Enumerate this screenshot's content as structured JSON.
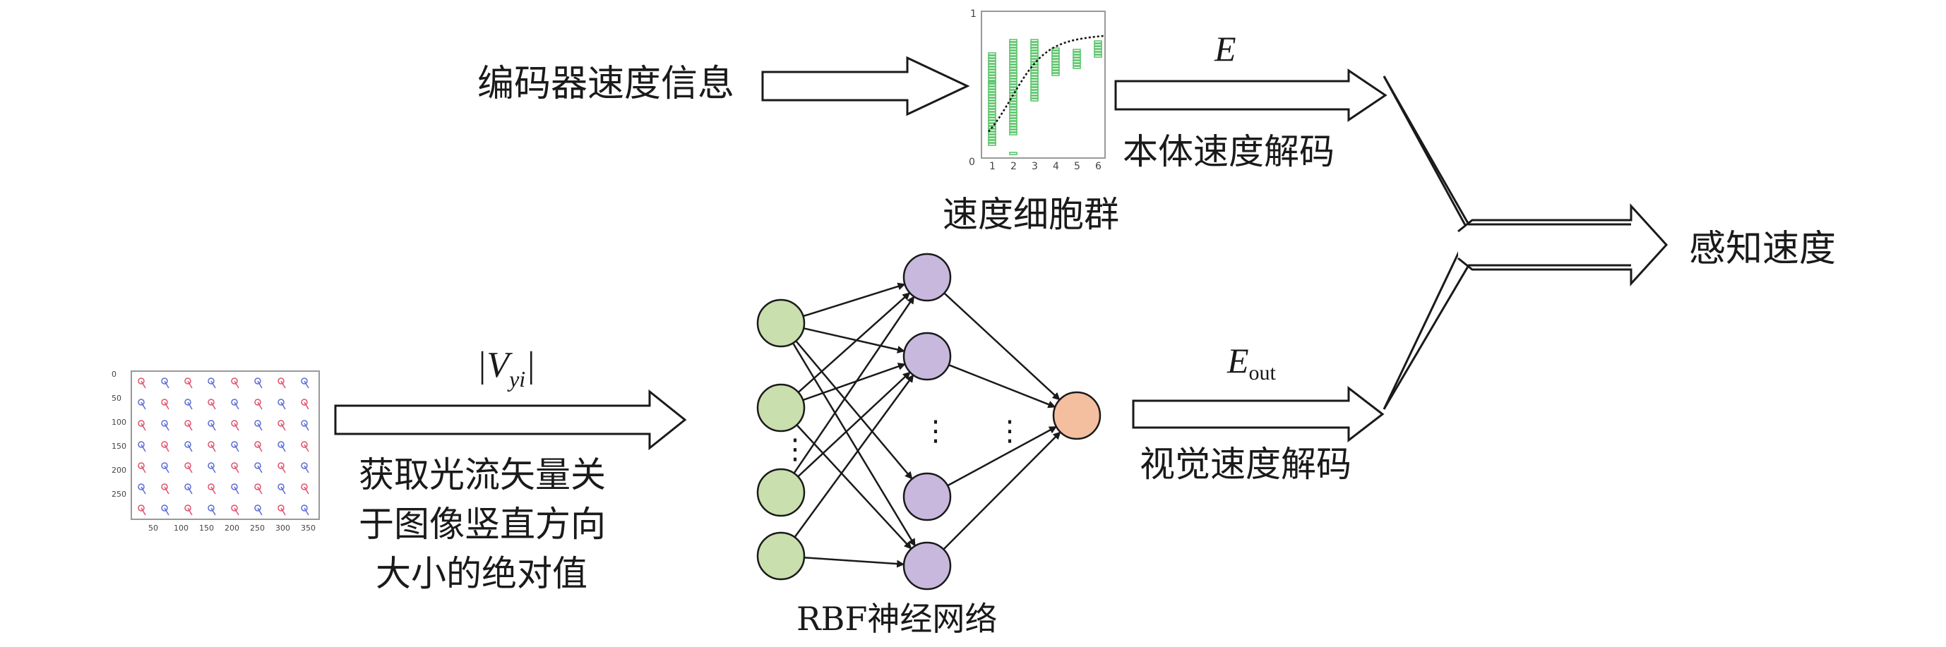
{
  "encoder_label": "编码器速度信息",
  "speed_cells_label": "速度细胞群",
  "proprio_symbol": "E",
  "proprio_decode_label": "本体速度解码",
  "perceived_speed_label": "感知速度",
  "vy_label": "|V",
  "vy_subscript": "yi",
  "vy_close": "|",
  "flow_desc": [
    "获取光流矢量关",
    "于图像竖直方向",
    "大小的绝对值"
  ],
  "rbf_label": "RBF神经网络",
  "visual_symbol": "E",
  "visual_subscript": "out",
  "visual_decode_label": "视觉速度解码",
  "speed_cell_plot": {
    "x_ticks": [
      "1",
      "2",
      "3",
      "4",
      "5",
      "6"
    ],
    "y_tick_top": "1",
    "y_tick_bottom": "0",
    "marker_color": "#5cc46a",
    "line_color": "#111111"
  },
  "flow_plot": {
    "y_ticks": [
      "0",
      "50",
      "100",
      "150",
      "200",
      "250"
    ],
    "x_ticks": [
      "50",
      "100",
      "150",
      "200",
      "250",
      "300",
      "350"
    ],
    "red_color": "#e0506a",
    "blue_color": "#5a6bd6"
  },
  "rbf_colors": {
    "input": "#c9dfae",
    "hidden": "#c9b8dd",
    "output": "#f4bf9f"
  },
  "colors": {
    "stroke": "#1a1a1a"
  }
}
